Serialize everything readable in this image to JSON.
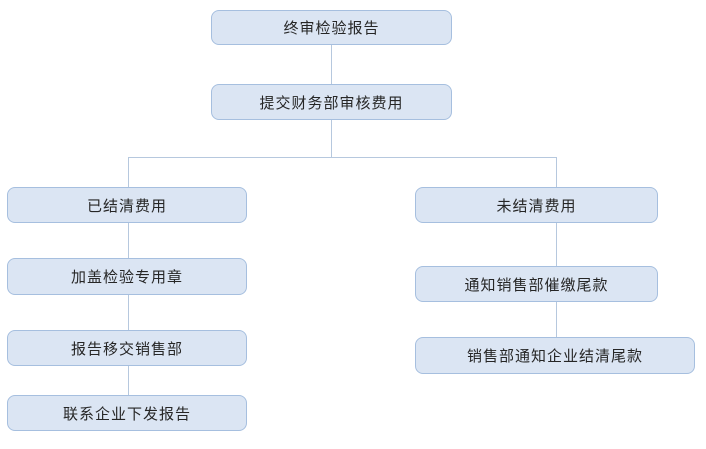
{
  "diagram": {
    "type": "flowchart",
    "nodes": {
      "final_report": {
        "label": "终审检验报告"
      },
      "submit_finance": {
        "label": "提交财务部审核费用"
      },
      "settled": {
        "label": "已结清费用"
      },
      "stamp_seal": {
        "label": "加盖检验专用章"
      },
      "transfer_sales": {
        "label": "报告移交销售部"
      },
      "contact_enterprise": {
        "label": "联系企业下发报告"
      },
      "unsettled": {
        "label": "未结清费用"
      },
      "notify_sales": {
        "label": "通知销售部催缴尾款"
      },
      "sales_notify_enterprise": {
        "label": "销售部通知企业结清尾款"
      }
    },
    "edges": [
      {
        "from": "final_report",
        "to": "submit_finance"
      },
      {
        "from": "submit_finance",
        "to": "settled"
      },
      {
        "from": "submit_finance",
        "to": "unsettled"
      },
      {
        "from": "settled",
        "to": "stamp_seal"
      },
      {
        "from": "stamp_seal",
        "to": "transfer_sales"
      },
      {
        "from": "transfer_sales",
        "to": "contact_enterprise"
      },
      {
        "from": "unsettled",
        "to": "notify_sales"
      },
      {
        "from": "notify_sales",
        "to": "sales_notify_enterprise"
      }
    ]
  },
  "colors": {
    "background": "#ffffff",
    "node_fill": "#dbe5f3",
    "node_border": "#a6bfdf",
    "connector": "#b6c8de",
    "text": "#262626"
  }
}
